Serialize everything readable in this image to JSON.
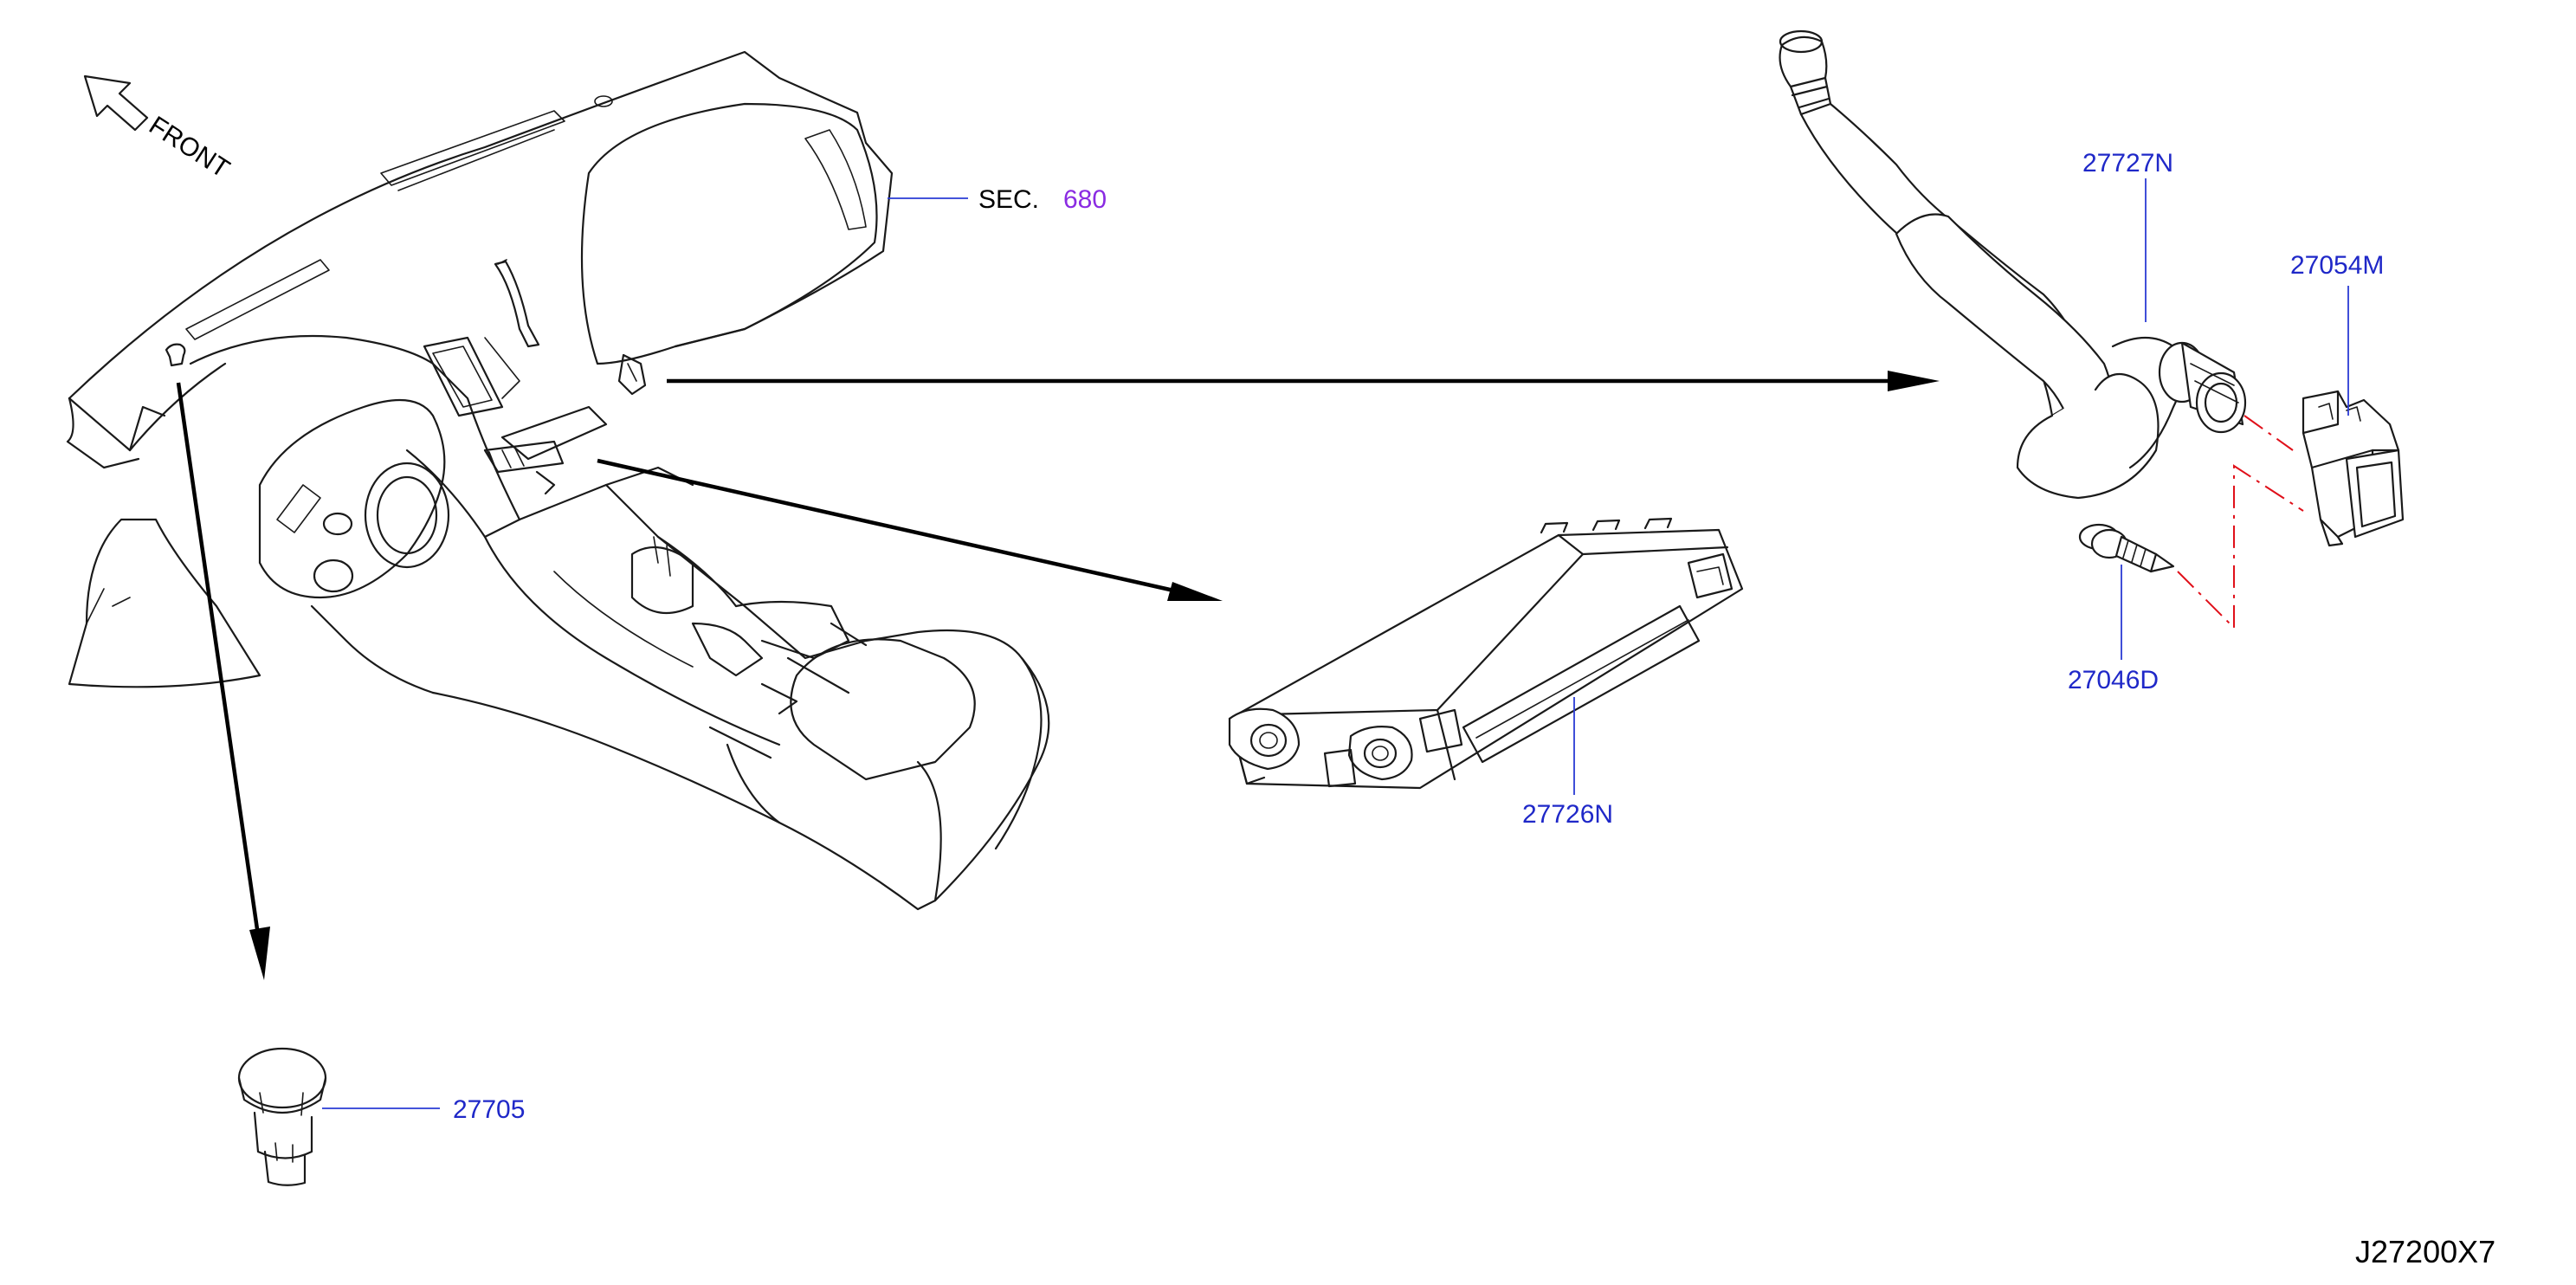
{
  "orientation": {
    "label": "FRONT",
    "icon": "front-arrow-icon"
  },
  "section_ref": {
    "prefix": "SEC.",
    "number": "680"
  },
  "parts": {
    "grommet": "27705",
    "control_unit": "27726N",
    "hose": "27727N",
    "sensor": "27054M",
    "screw": "27046D"
  },
  "diagram_id": "J27200X7",
  "colors": {
    "part_number": "#1f28c8",
    "section_number": "#8a2be2",
    "leader_line": "#2a3bd4",
    "phantom_line": "#e0101a",
    "line_art": "#1a1a1a"
  }
}
